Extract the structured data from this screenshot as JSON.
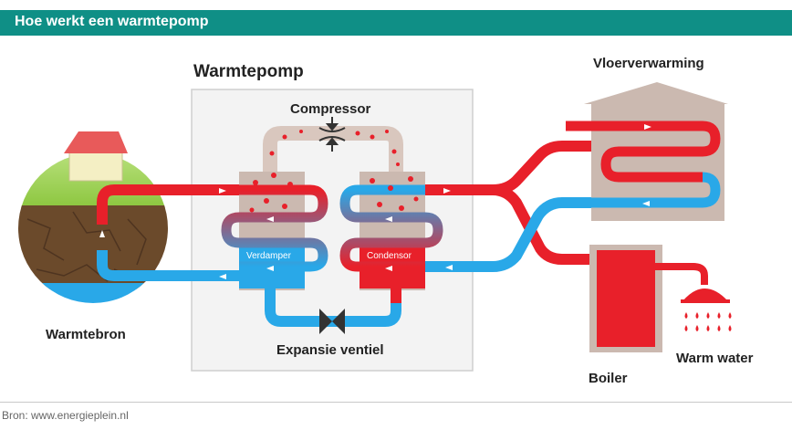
{
  "header": {
    "title": "Hoe werkt een warmtepomp"
  },
  "diagram": {
    "title": "Warmtepomp",
    "compressor": "Compressor",
    "evaporator": "Verdamper",
    "condenser": "Condensor",
    "expansion_valve": "Expansie ventiel",
    "heat_source": "Warmtebron",
    "floor_heating": "Vloerverwarming",
    "boiler": "Boiler",
    "warm_water": "Warm water"
  },
  "footer": {
    "source": "Bron: www.energieplein.nl"
  },
  "colors": {
    "header": "#0f8f86",
    "hot": "#e8202a",
    "cold": "#29a8e8",
    "box": "#c9b8b0",
    "pump_bg": "#f2f2f2",
    "grass": "#8cc63f",
    "soil": "#6b4a2b",
    "water": "#29a8e8"
  },
  "icons": [
    "arrow-right-icon",
    "arrow-left-icon",
    "arrow-up-icon",
    "shower-icon",
    "house-icon",
    "valve-icon"
  ]
}
